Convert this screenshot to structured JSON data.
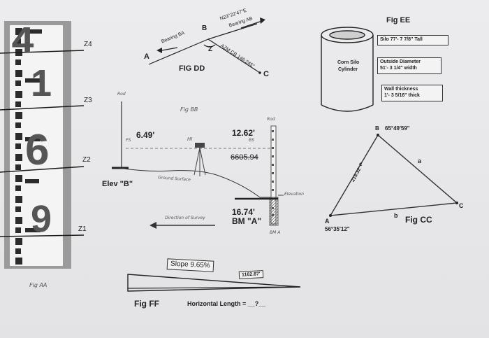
{
  "fig_aa": {
    "caption": "Fig AA",
    "rod_digits": [
      "4",
      "1",
      "6",
      "9"
    ],
    "z_labels": [
      "Z4",
      "Z3",
      "Z2",
      "Z1"
    ]
  },
  "fig_dd": {
    "caption": "FIG DD",
    "point_a": "A",
    "point_b": "B",
    "point_c": "C",
    "angle_z": "Z",
    "bearing_ba": "Bearing BA",
    "bearing_ab": "Bearing AB",
    "bearing_ab_value": "N23°22'47\"E",
    "azimuth": "AZM CB 146.245°"
  },
  "fig_bb": {
    "caption": "Fig BB",
    "rod_label_left": "Rod",
    "rod_label_right": "Rod",
    "fs_reading": "6.49'",
    "fs_label": "FS",
    "hi_label": "HI",
    "bs_reading": "12.62'",
    "bs_label": "BS",
    "struck_elevation": "6605.94",
    "elev_b": "Elev \"B\"",
    "ground_surface": "Ground Surface",
    "direction": "Direction of Survey",
    "elevation_label": "Elevation",
    "bm_reading": "16.74'",
    "bm_label": "BM \"A\"",
    "bm_small": "BM A"
  },
  "fig_ee": {
    "caption": "Fig EE",
    "cylinder_label_1": "Corn Silo",
    "cylinder_label_2": "Cylinder",
    "box_height": "Silo 77'- 7 7/8\" Tall",
    "box_diameter_1": "Outside Diameter",
    "box_diameter_2": "51'- 3 1/4\" width",
    "box_wall_1": "Wall thickness",
    "box_wall_2": "1'- 3 5/16\" thick"
  },
  "fig_cc": {
    "caption": "Fig CC",
    "vertex_a": "A",
    "vertex_b": "B",
    "vertex_c": "C",
    "angle_b": "65°49'59\"",
    "angle_a": "56°35'12\"",
    "side_a": "a",
    "side_b": "b",
    "side_c": "c",
    "side_c_length": "215.32'"
  },
  "fig_ff": {
    "caption": "Fig FF",
    "slope": "Slope 9.65%",
    "hyp_length": "1162.87'",
    "horizontal": "Horizontal Length = __?__"
  },
  "colors": {
    "ink": "#222222",
    "pencil": "#777777",
    "rod_white": "#f4f4f4",
    "rod_frame": "#9a9a9a"
  }
}
